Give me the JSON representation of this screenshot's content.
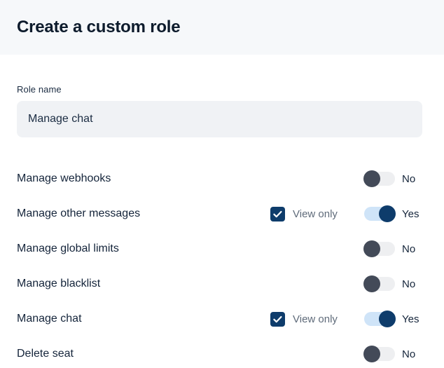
{
  "header": {
    "title": "Create a custom role"
  },
  "form": {
    "role_name": {
      "label": "Role name",
      "value": "Manage chat",
      "placeholder": "Role name"
    }
  },
  "labels": {
    "view_only": "View only",
    "yes": "Yes",
    "no": "No"
  },
  "colors": {
    "header_bg": "#f6f8fa",
    "input_bg": "#f0f2f5",
    "accent_navy": "#0e3c6b",
    "toggle_on_track": "#cfe4f8",
    "toggle_off_track": "#eeeff1",
    "toggle_off_knob": "#434a58",
    "text_primary": "#14243a",
    "text_muted": "#5f6b7a"
  },
  "permissions": [
    {
      "label": "Manage webhooks",
      "has_view_only": false,
      "view_only_checked": false,
      "enabled": false,
      "enabled_text": "No"
    },
    {
      "label": "Manage other messages",
      "has_view_only": true,
      "view_only_checked": true,
      "view_only_label": "View only",
      "enabled": true,
      "enabled_text": "Yes"
    },
    {
      "label": "Manage global limits",
      "has_view_only": false,
      "view_only_checked": false,
      "enabled": false,
      "enabled_text": "No"
    },
    {
      "label": "Manage blacklist",
      "has_view_only": false,
      "view_only_checked": false,
      "enabled": false,
      "enabled_text": "No"
    },
    {
      "label": "Manage chat",
      "has_view_only": true,
      "view_only_checked": true,
      "view_only_label": "View only",
      "enabled": true,
      "enabled_text": "Yes"
    },
    {
      "label": "Delete seat",
      "has_view_only": false,
      "view_only_checked": false,
      "enabled": false,
      "enabled_text": "No"
    }
  ]
}
